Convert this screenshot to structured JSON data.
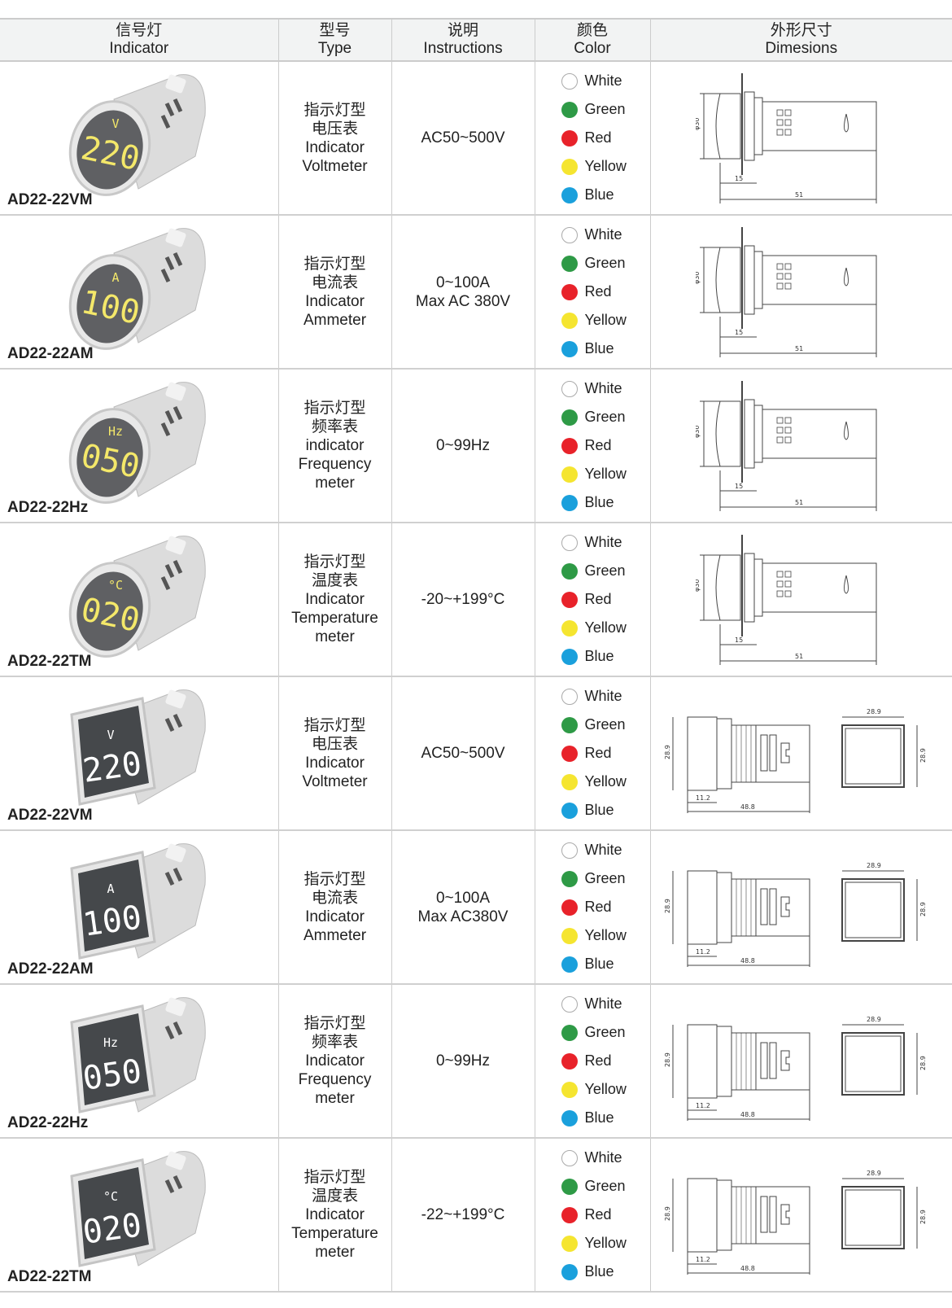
{
  "header": {
    "indicator": [
      "信号灯",
      "Indicator"
    ],
    "type": [
      "型号",
      "Type"
    ],
    "instructions": [
      "说明",
      "Instructions"
    ],
    "color": [
      "颜色",
      "Color"
    ],
    "dimensions": [
      "外形尺寸",
      "Dimesions"
    ]
  },
  "colors": [
    {
      "name": "White",
      "hex": "#ffffff"
    },
    {
      "name": "Green",
      "hex": "#2e9a46"
    },
    {
      "name": "Red",
      "hex": "#e8222a"
    },
    {
      "name": "Yellow",
      "hex": "#f5e530"
    },
    {
      "name": "Blue",
      "hex": "#1aa0dc"
    }
  ],
  "round_dims": {
    "dia": "φ30",
    "d1": "15",
    "d2": "51"
  },
  "square_dims": {
    "h": "28.9",
    "d1": "11.2",
    "d2": "48.8",
    "w": "28.9",
    "h2": "28.9"
  },
  "rows": [
    {
      "model": "AD22-22VM",
      "shape": "round",
      "display": "220",
      "unit": "V",
      "type": [
        "指示灯型",
        "电压表",
        "Indicator",
        "Voltmeter"
      ],
      "instr": [
        "AC50~500V"
      ]
    },
    {
      "model": "AD22-22AM",
      "shape": "round",
      "display": "100",
      "unit": "A",
      "type": [
        "指示灯型",
        "电流表",
        "Indicator",
        "Ammeter"
      ],
      "instr": [
        "0~100A",
        "Max AC 380V"
      ]
    },
    {
      "model": "AD22-22Hz",
      "shape": "round",
      "display": "050",
      "unit": "Hz",
      "type": [
        "指示灯型",
        "频率表",
        "indicator",
        "Frequency",
        "meter"
      ],
      "instr": [
        "0~99Hz"
      ]
    },
    {
      "model": "AD22-22TM",
      "shape": "round",
      "display": "020",
      "unit": "°C",
      "type": [
        "指示灯型",
        "温度表",
        "Indicator",
        "Temperature",
        "meter"
      ],
      "instr": [
        "-20~+199°C"
      ]
    },
    {
      "model": "AD22-22VM",
      "shape": "square",
      "display": "220",
      "unit": "V",
      "type": [
        "指示灯型",
        "电压表",
        "Indicator",
        "Voltmeter"
      ],
      "instr": [
        "AC50~500V"
      ]
    },
    {
      "model": "AD22-22AM",
      "shape": "square",
      "display": "100",
      "unit": "A",
      "type": [
        "指示灯型",
        "电流表",
        "Indicator",
        "Ammeter"
      ],
      "instr": [
        "0~100A",
        "Max AC380V"
      ]
    },
    {
      "model": "AD22-22Hz",
      "shape": "square",
      "display": "050",
      "unit": "Hz",
      "type": [
        "指示灯型",
        "频率表",
        "Indicator",
        "Frequency",
        "meter"
      ],
      "instr": [
        "0~99Hz"
      ]
    },
    {
      "model": "AD22-22TM",
      "shape": "square",
      "display": "020",
      "unit": "°C",
      "type": [
        "指示灯型",
        "温度表",
        "Indicator",
        "Temperature",
        "meter"
      ],
      "instr": [
        "-22~+199°C"
      ]
    }
  ]
}
